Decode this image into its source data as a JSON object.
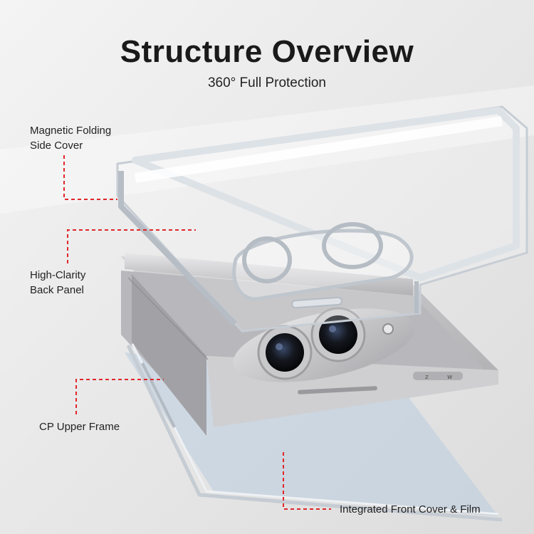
{
  "header": {
    "title": "Structure Overview",
    "subtitle": "360° Full Protection"
  },
  "callouts": {
    "magnetic": {
      "line1": "Magnetic Folding",
      "line2": "Side Cover"
    },
    "back": {
      "line1": "High-Clarity",
      "line2": "Back Panel"
    },
    "frame": {
      "line1": "CP Upper Frame"
    },
    "front": {
      "line1": "Integrated Front Cover & Film"
    }
  },
  "colors": {
    "accent": "#e0262a",
    "background": "#ececec"
  },
  "device": {
    "button_marks": [
      "z",
      "w"
    ]
  }
}
